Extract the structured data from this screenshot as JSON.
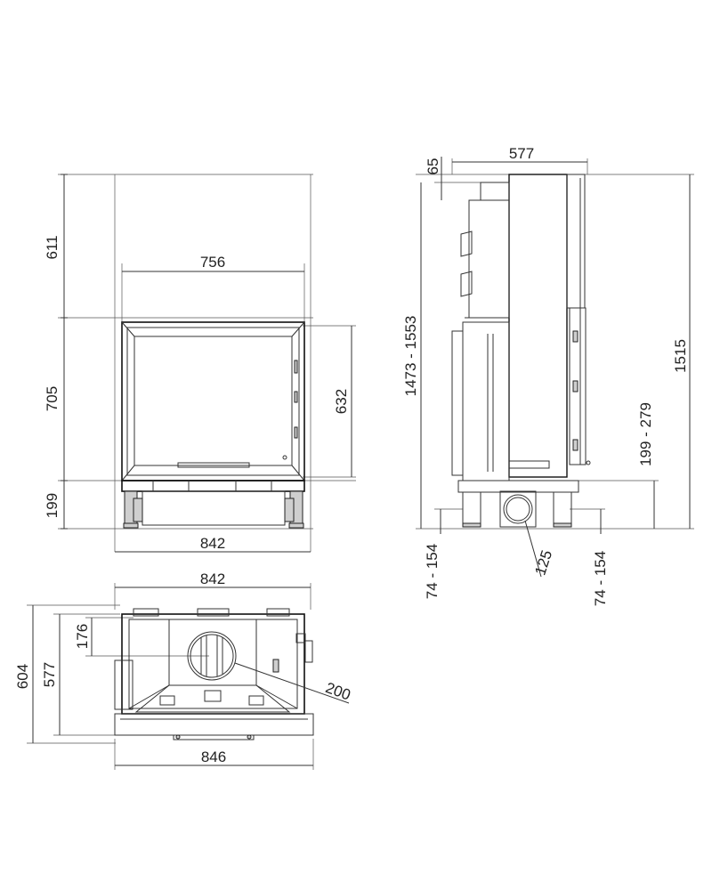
{
  "front_view": {
    "dims": {
      "top_height": "611",
      "opening_width": "756",
      "body_height": "705",
      "glass_height": "632",
      "base_height": "199",
      "overall_width": "842"
    }
  },
  "side_view": {
    "dims": {
      "depth": "577",
      "top_offset": "65",
      "flue_range": "1473 - 1553",
      "overall_height": "1515",
      "adjust_range": "199 - 279",
      "foot_left": "74 - 154",
      "foot_right": "74 - 154",
      "air_inlet": "125"
    }
  },
  "top_view": {
    "dims": {
      "top_width": "842",
      "flue_offset": "176",
      "depth_outer": "604",
      "depth_inner": "577",
      "flue_diameter": "200",
      "bottom_width": "846"
    }
  }
}
